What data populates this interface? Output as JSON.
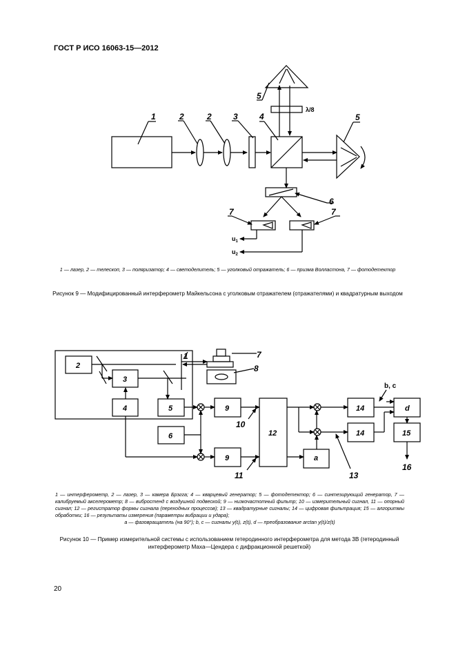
{
  "header": "ГОСТ Р ИСО 16063-15—2012",
  "figure9": {
    "labels": {
      "l1": "1",
      "l2a": "2",
      "l2b": "2",
      "l3": "3",
      "l4": "4",
      "l5a": "5",
      "l5b": "5",
      "l6": "6",
      "l7a": "7",
      "l7b": "7",
      "lambda": "λ/8",
      "u1": "u",
      "u1sub": "1",
      "u2": "u",
      "u2sub": "2"
    },
    "legend": "1 — лазер, 2 — телескоп, 3 — поляризатор; 4 — светоделитель; 5 — уголковый отражатель; 6 — призма Волластона, 7 — фотодетектор",
    "caption": "Рисунок 9 — Модифицированный интерферометр Майкельсона с уголковым отражателем (отражателями) и квадратурным выходом"
  },
  "figure10": {
    "blocks": {
      "b2": "2",
      "b3": "3",
      "b4": "4",
      "b5": "5",
      "b6": "6",
      "b9a": "9",
      "b9b": "9",
      "b12": "12",
      "b14a": "14",
      "b14b": "14",
      "b15": "15",
      "ba": "a",
      "bd": "d"
    },
    "labels": {
      "l1": "1",
      "l7": "7",
      "l8": "8",
      "l10": "10",
      "l11": "11",
      "l13": "13",
      "l16": "16",
      "bc": "b, c"
    },
    "legend_main": "1 — интерферометр, 2 — лазер, 3 — камера Брэгга; 4 — кварцевый генератор; 5 — фотодетектор; 6 — синтезирующий генератор, 7 — калибруемый акселерометр; 8 — вибростенд с воздушной подвеской; 9 — низкочастотный фильтр; 10 — измерительный сигнал, 11 — опорный сигнал; 12 — регистратор формы сигнала (переходных процессов); 13 — квадратурные сигналы; 14 — цифровая фильтрация; 15 — алгоритмы обработки; 16 — результаты измерения (параметры вибрации и удара);",
    "legend_last": "a — фазовращатель (на 90°); b, c — сигналы y(tᵢ), z(tᵢ), d — преобразование arctan y(tᵢ)/z(tᵢ)",
    "caption": "Рисунок 10 — Пример измерительной системы с использованием гетеродинного интерферометра для метода 3В (гетеродинный интерферометр Маха—Цендера с дифракционной решеткой)"
  },
  "page_number": "20"
}
